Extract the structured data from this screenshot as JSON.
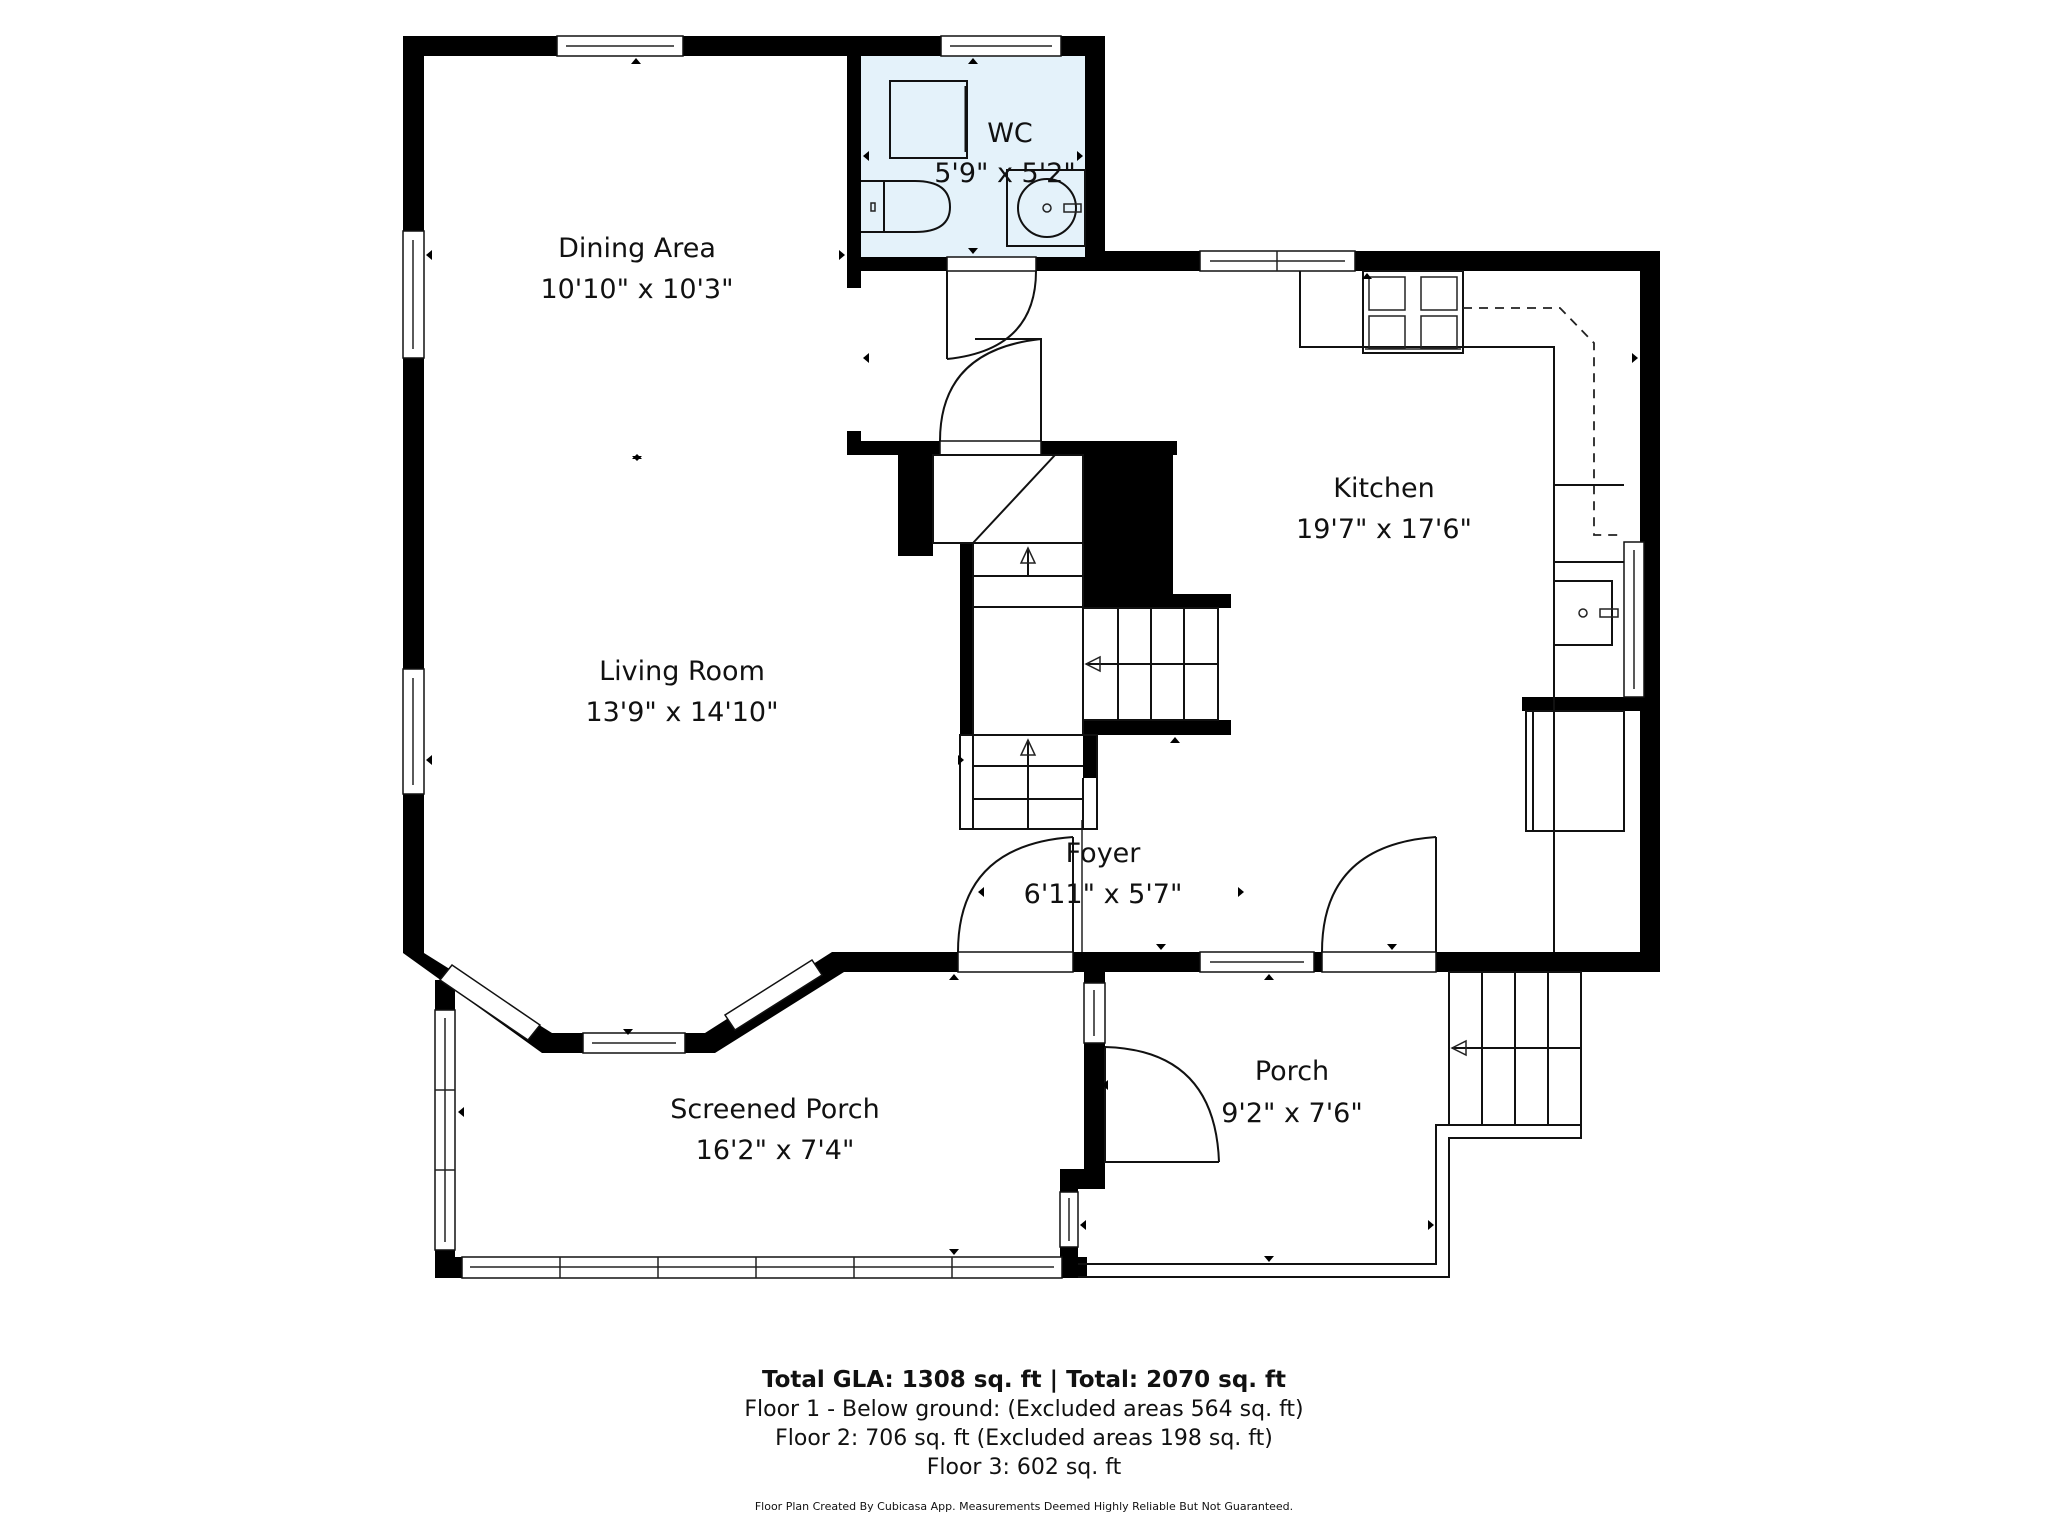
{
  "rooms": {
    "dining": {
      "name": "Dining Area",
      "dims": "10'10\" x 10'3\""
    },
    "wc": {
      "name": "WC",
      "dims": "5'9\" x 5'2\""
    },
    "kitchen": {
      "name": "Kitchen",
      "dims": "19'7\" x 17'6\""
    },
    "living": {
      "name": "Living Room",
      "dims": "13'9\" x 14'10\""
    },
    "foyer": {
      "name": "Foyer",
      "dims": "6'11\" x 5'7\""
    },
    "screened_porch": {
      "name": "Screened Porch",
      "dims": "16'2\" x 7'4\""
    },
    "porch": {
      "name": "Porch",
      "dims": "9'2\" x 7'6\""
    }
  },
  "summary": {
    "total": "Total GLA: 1308 sq. ft | Total: 2070 sq. ft",
    "floor1": "Floor 1 - Below ground: (Excluded areas 564 sq. ft)",
    "floor2": "Floor 2: 706 sq. ft (Excluded areas 198 sq. ft)",
    "floor3": "Floor 3: 602 sq. ft",
    "disclaimer": "Floor Plan Created By Cubicasa App. Measurements Deemed Highly Reliable But Not Guaranteed."
  },
  "colors": {
    "wall": "#000000",
    "wc_fill": "#e4f2fa",
    "background": "#ffffff"
  }
}
